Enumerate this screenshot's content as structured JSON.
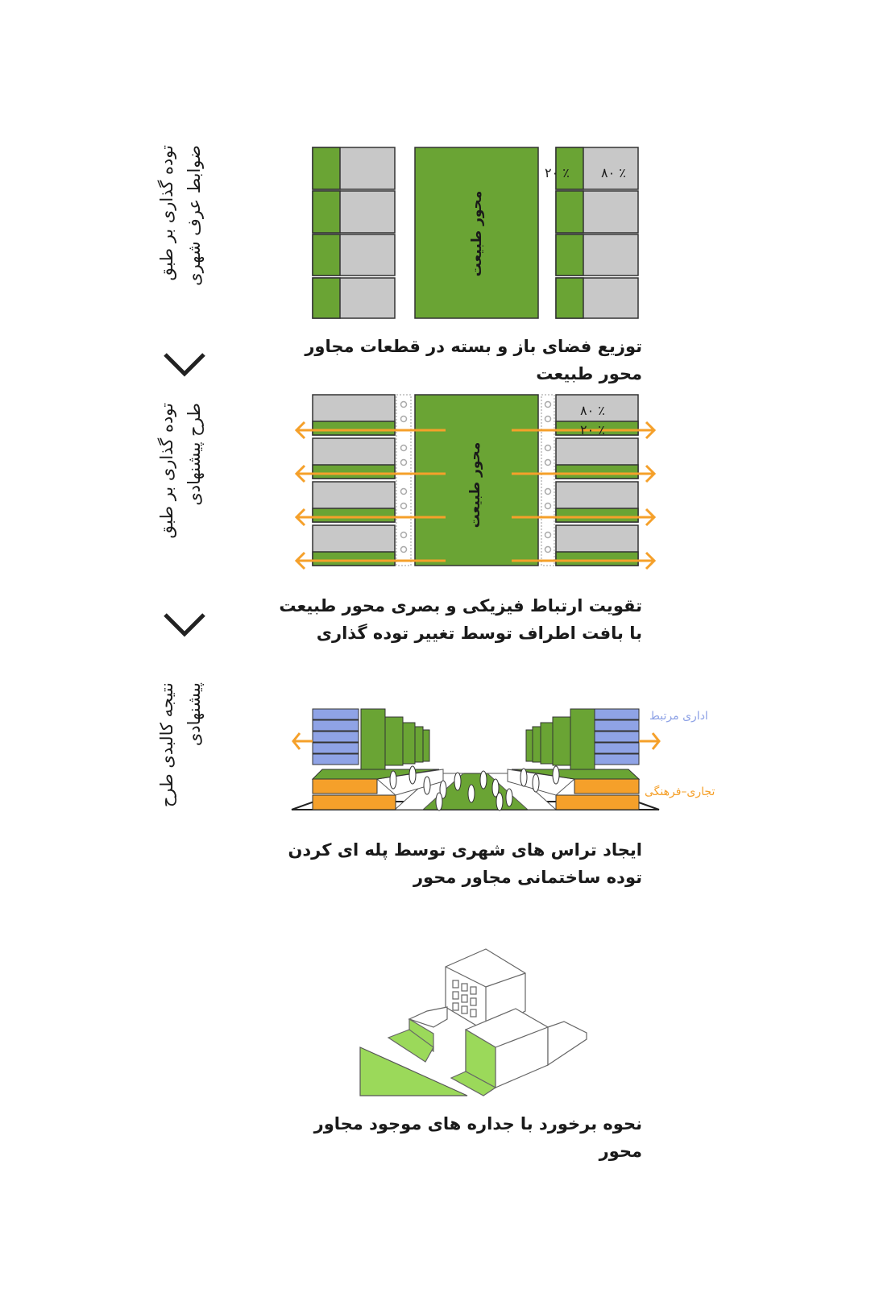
{
  "colors": {
    "green": "#6aa434",
    "gray": "#c8c8c8",
    "orange": "#f5a02a",
    "blue": "#8fa3e6",
    "light_green": "#9bd95a"
  },
  "step1": {
    "side_label": [
      "توده گذاری بر طبق",
      "ضوابط عرف شهری"
    ],
    "axis_label": "محور طبیعت",
    "pct_green": "٪ ۲۰",
    "pct_gray": "٪ ۸۰",
    "caption": [
      "توزیع فضای باز و بسته در قطعات مجاور",
      "محور طبیعت"
    ]
  },
  "step2": {
    "side_label": [
      "توده گذاری بر طبق",
      "طرح پیشنهادی"
    ],
    "axis_label": "محور طبیعت",
    "pct_gray": "٪ ۸۰",
    "pct_green": "٪ ۲۰",
    "caption": [
      "تقویت ارتباط فیزیکی و بصری محور طبیعت",
      "با بافت اطراف توسط تغییر توده گذاری"
    ]
  },
  "step3": {
    "side_label": [
      "نتیجه کالبدی طرح",
      "پیشنهادی"
    ],
    "legend_office": "اداری مرتبط",
    "legend_commercial": "تجاری–فرهنگی",
    "caption": [
      "ایجاد تراس های شهری توسط پله ای کردن",
      "توده ساختمانی مجاور محور"
    ]
  },
  "step4": {
    "caption": [
      "نحوه برخورد با جداره های موجود مجاور",
      "محور"
    ]
  },
  "icons": {
    "step_arrow": "chevron-down-icon"
  }
}
